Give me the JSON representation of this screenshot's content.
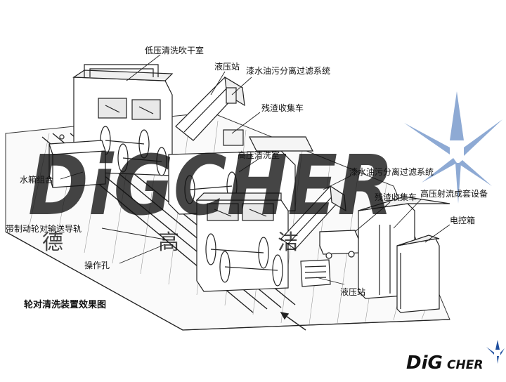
{
  "diagram": {
    "labels": {
      "low_pressure_room": "低压清洗吹干室",
      "hydraulic_station_top": "液压站",
      "oil_sep_top": "漆水油污分离过滤系统",
      "residue_cart_top": "残渣收集车",
      "high_pressure_room": "高压清洗室",
      "water_tank": "水箱组合",
      "oil_sep_right": "漆水油污分离过滤系统",
      "residue_cart_right": "残渣收集车",
      "hp_jet_equipment": "高压射流成套设备",
      "control_box": "电控箱",
      "rail": "带制动轮对输送导轨",
      "operation_hole": "操作孔",
      "hydraulic_station_bottom": "液压站"
    },
    "caption": "轮对清洗装置效果图"
  },
  "watermark": {
    "brand_large": "DiGCHER",
    "cn_chars": [
      "德",
      "高",
      "洁"
    ],
    "color": "#6f93c9"
  },
  "logo": {
    "di": "DiG",
    "cher": "CHER",
    "color": "#1f4f9e"
  }
}
